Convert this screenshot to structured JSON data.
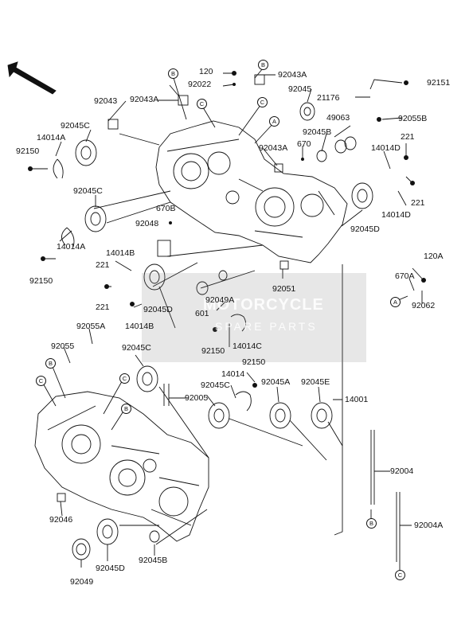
{
  "parts": {
    "p120": "120",
    "p92022": "92022",
    "p92043A_top": "92043A",
    "p92043A_mid": "92043A",
    "p92043": "92043",
    "p92045": "92045",
    "p21176": "21176",
    "p92151": "92151",
    "p49063": "49063",
    "p92055B": "92055B",
    "p92045C_a": "92045C",
    "p14014A_a": "14014A",
    "p92150_a": "92150",
    "p92045B_a": "92045B",
    "p670": "670",
    "p92043A_c": "92043A",
    "p14014D_a": "14014D",
    "p221_a": "221",
    "p92045C_b": "92045C",
    "p670B": "670B",
    "p92048": "92048",
    "p221_b": "221",
    "p14014D_b": "14014D",
    "p92045D_a": "92045D",
    "p14014A_b": "14014A",
    "p92150_b": "92150",
    "p14014B_a": "14014B",
    "p221_c": "221",
    "p92051": "92051",
    "p120A": "120A",
    "p670A": "670A",
    "p92062": "92062",
    "p92049A": "92049A",
    "p92045D_b": "92045D",
    "p221_d": "221",
    "p601": "601",
    "p14014B_b": "14014B",
    "p92055A": "92055A",
    "p92150_c": "92150",
    "p14014C": "14014C",
    "p92055": "92055",
    "p92045C_c": "92045C",
    "p92150_d": "92150",
    "p14014": "14014",
    "p92045C_d": "92045C",
    "p92045A": "92045A",
    "p92045E": "92045E",
    "p92005": "92005",
    "p14001": "14001",
    "p92004": "92004",
    "p92004A": "92004A",
    "p92046": "92046",
    "p92045D_c": "92045D",
    "p92045B_b": "92045B",
    "p92049": "92049"
  },
  "refs": {
    "A": "A",
    "B": "B",
    "C": "C"
  },
  "watermark": {
    "title": "MOTORCYCLE",
    "subtitle": "SPARE PARTS"
  },
  "colors": {
    "line": "#111111",
    "watermark": "#8a8a8a",
    "background": "#ffffff"
  }
}
